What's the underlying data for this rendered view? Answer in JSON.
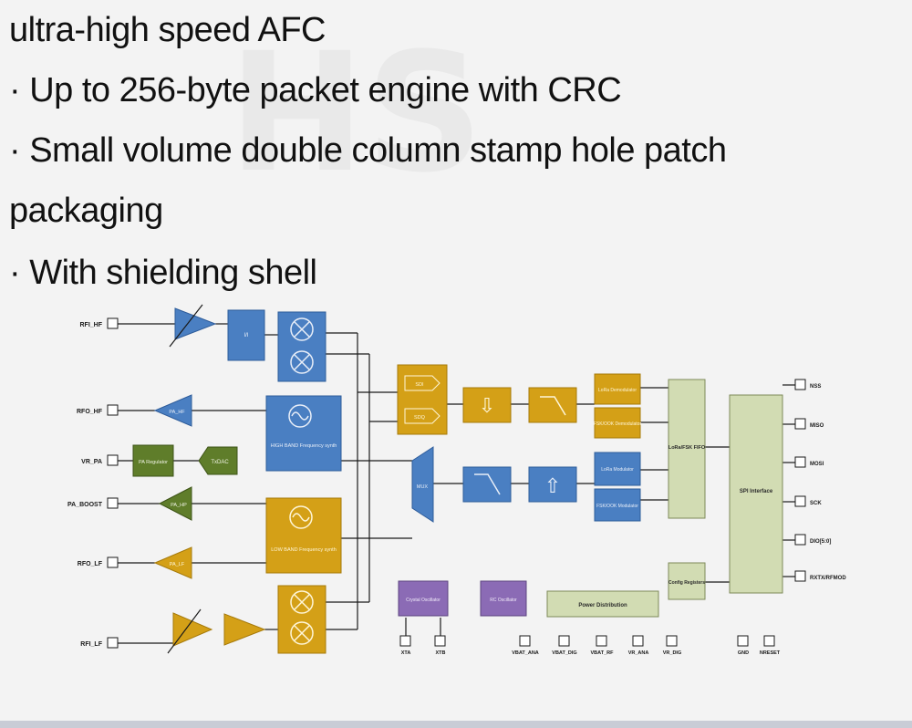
{
  "text_lines": [
    "ultra-high speed AFC",
    "· Up to 256-byte packet engine with CRC",
    "· Small volume double column stamp hole patch",
    "packaging",
    "· With shielding shell"
  ],
  "pins_left": [
    "RFI_HF",
    "RFO_HF",
    "VR_PA",
    "PA_BOOST",
    "RFO_LF",
    "RFI_LF"
  ],
  "pins_right": [
    "NSS",
    "MISO",
    "MOSI",
    "SCK",
    "DIO[5:0]",
    "RXTX/RFMOD"
  ],
  "pins_bottom": [
    "XTA",
    "XTB",
    "VBAT_ANA",
    "VBAT_DIG",
    "VBAT_RF",
    "VR_ANA",
    "VR_DIG",
    "GND",
    "NRESET"
  ],
  "blocks": {
    "pa_hf": "PA_HF",
    "pa_regulator": "PA Regulator",
    "txdac": "TxDAC",
    "pa_hp": "PA_HP",
    "pa_lf": "PA_LF",
    "lo_gen": "I/I",
    "hf_synth": "HIGH BAND Frequency synth",
    "lf_synth": "LOW BAND Frequency synth",
    "mux": "MUX",
    "sigma_i": "SDI",
    "sigma_q": "SDQ",
    "lora_demod": "LoRa Demodulator",
    "fsk_demod": "FSK/OOK Demodulator",
    "lora_mod": "LoRa Modulator",
    "fsk_mod": "FSK/OOK Modulator",
    "fifo": "LoRa/FSK FIFO",
    "spi": "SPI Interface",
    "config": "Config Registers",
    "crystal": "Crystal Oscillator",
    "rc": "RC Oscillator",
    "power": "Power Distribution",
    "down_arrow": "⇩",
    "up_arrow": "⇧"
  },
  "colors": {
    "blue": "#4a7fc2",
    "blue_dark": "#2e5c9a",
    "gold": "#d4a017",
    "gold_dark": "#a67a0a",
    "green": "#5f7d2a",
    "olive_light": "#d2dcb3",
    "purple": "#8b6bb5",
    "line": "#1a1a1a"
  }
}
